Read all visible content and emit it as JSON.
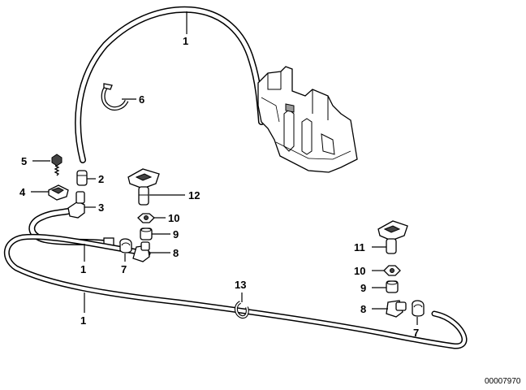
{
  "diagram": {
    "reference_number": "00007970",
    "callouts": [
      {
        "id": "c1-top",
        "label": "1"
      },
      {
        "id": "c6",
        "label": "6"
      },
      {
        "id": "c5",
        "label": "5"
      },
      {
        "id": "c2",
        "label": "2"
      },
      {
        "id": "c4",
        "label": "4"
      },
      {
        "id": "c3",
        "label": "3"
      },
      {
        "id": "c12",
        "label": "12"
      },
      {
        "id": "c10-left",
        "label": "10"
      },
      {
        "id": "c9-left",
        "label": "9"
      },
      {
        "id": "c8-left",
        "label": "8"
      },
      {
        "id": "c7-left",
        "label": "7"
      },
      {
        "id": "c1-mid",
        "label": "1"
      },
      {
        "id": "c1-bottom",
        "label": "1"
      },
      {
        "id": "c13",
        "label": "13"
      },
      {
        "id": "c11",
        "label": "11"
      },
      {
        "id": "c10-right",
        "label": "10"
      },
      {
        "id": "c9-right",
        "label": "9"
      },
      {
        "id": "c8-right",
        "label": "8"
      },
      {
        "id": "c7-right",
        "label": "7"
      }
    ]
  }
}
